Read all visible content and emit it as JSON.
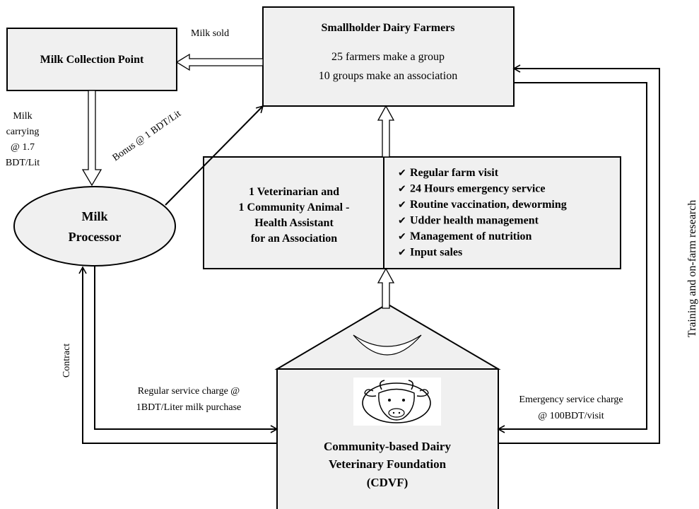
{
  "nodes": {
    "collection_point": {
      "label": "Milk Collection Point"
    },
    "farmers": {
      "title": "Smallholder Dairy Farmers",
      "line1": "25 farmers make a group",
      "line2": "10 groups make an association"
    },
    "processor": {
      "line1": "Milk",
      "line2": "Processor"
    },
    "vet_team": {
      "line1": "1 Veterinarian and",
      "line2": "1 Community Animal -",
      "line3": "Health Assistant",
      "line4": "for an Association"
    },
    "services": {
      "items": [
        "Regular farm visit",
        "24 Hours emergency service",
        "Routine vaccination, deworming",
        "Udder health management",
        "Management of nutrition",
        "Input sales"
      ],
      "check_glyph": "✔"
    },
    "cdvf": {
      "line1": "Community-based Dairy",
      "line2": "Veterinary Foundation",
      "line3": "(CDVF)"
    }
  },
  "edges": {
    "milk_sold": "Milk sold",
    "milk_carrying": {
      "line1": "Milk",
      "line2": "carrying",
      "line3": "@ 1.7",
      "line4": "BDT/Lit"
    },
    "bonus": "Bonus @ 1 BDT/Lit",
    "contract": "Contract",
    "regular_charge": {
      "line1": "Regular service charge @",
      "line2": "1BDT/Liter milk purchase"
    },
    "emergency_charge": {
      "line1": "Emergency service charge",
      "line2": "@ 100BDT/visit"
    },
    "training": "Training and on-farm research"
  },
  "icons": {
    "logo": "cow-head-icon"
  }
}
